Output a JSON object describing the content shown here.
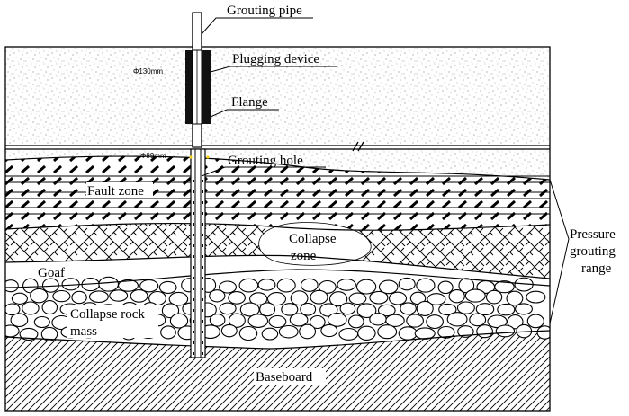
{
  "labels": {
    "grouting_pipe": "Grouting pipe",
    "plugging_device": "Plugging device",
    "flange": "Flange",
    "grouting_hole": "Grouting hole",
    "fault_zone": "Fault zone",
    "collapse_zone_line1": "Collapse",
    "collapse_zone_line2": "zone",
    "goaf": "Goaf",
    "collapse_rock_line1": "Collapse rock",
    "collapse_rock_line2": "mass",
    "baseboard": "Baseboard",
    "pressure_line1": "Pressure",
    "pressure_line2": "grouting",
    "pressure_line3": "range"
  },
  "dimensions": {
    "phi130": "Φ130mm",
    "phi89": "Φ89mm"
  },
  "colors": {
    "line": "#000000",
    "sand_dot": "#8a8a8a",
    "device": "#111111",
    "marker": "#f2d21b",
    "background": "#ffffff"
  }
}
